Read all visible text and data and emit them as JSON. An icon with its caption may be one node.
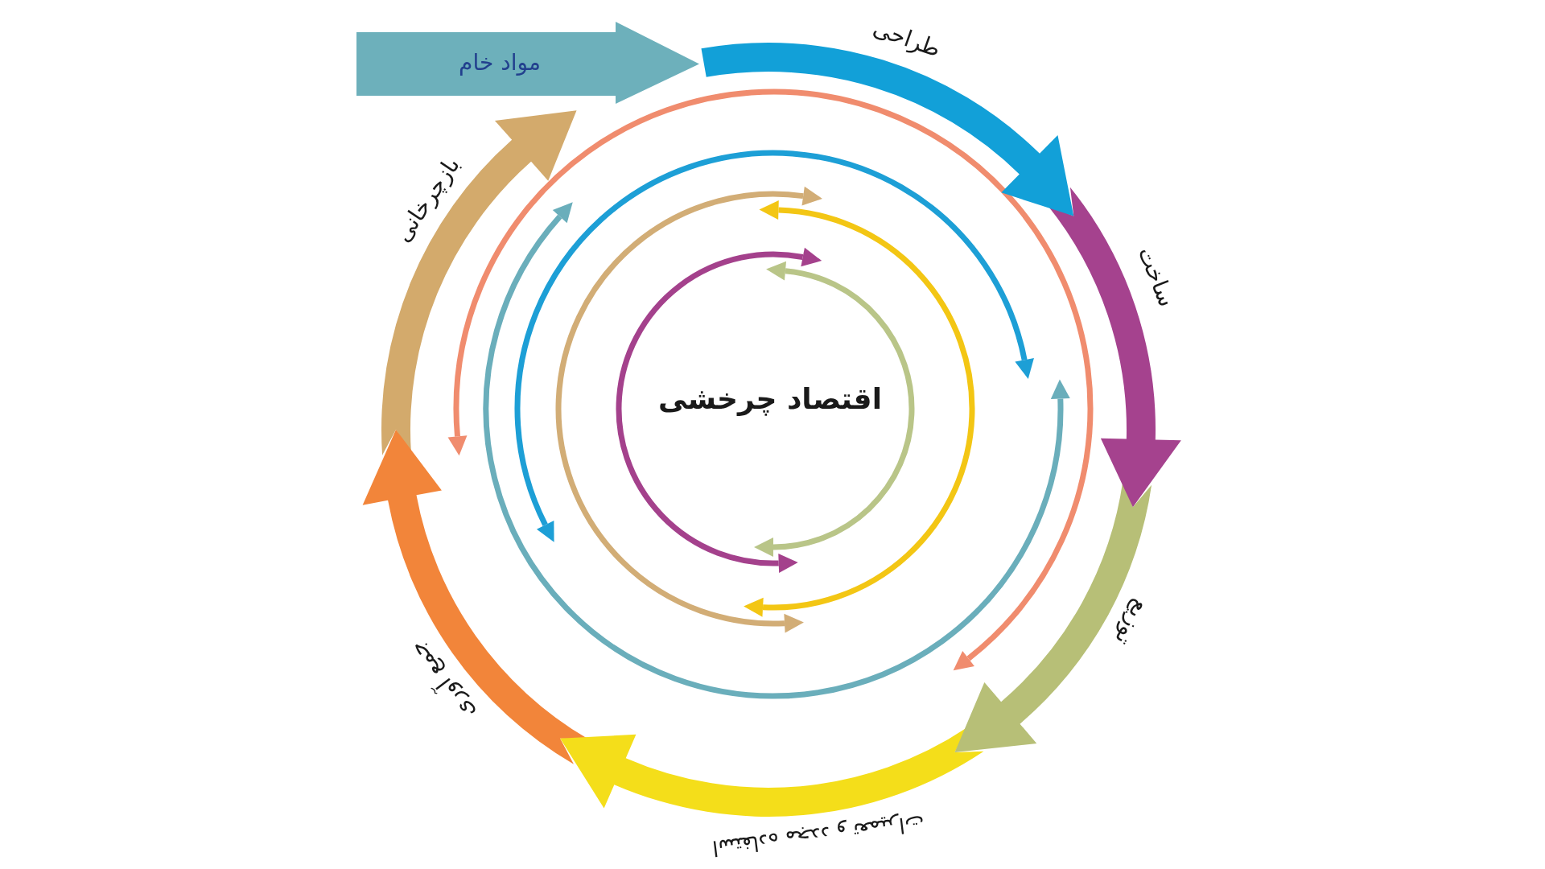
{
  "diagram": {
    "nodes": [
      {
        "text": [
          "مواد خام"
        ]
      },
      {
        "text": [
          "طراحی"
        ]
      },
      {
        "text": [
          "ساخت"
        ]
      },
      {
        "text": [
          "توزیع"
        ]
      },
      {
        "text": [
          "استفاده مجدد و تعمیرات"
        ]
      },
      {
        "text": [
          "جمع آوری"
        ]
      },
      {
        "text": [
          "بازچرخانی"
        ]
      }
    ],
    "edges": [
      {
        "from": 0,
        "to": 2,
        "arrow": "to",
        "color": "#12a0d8"
      },
      {
        "from": 1,
        "to": 3,
        "arrow": "to",
        "color": "#a5428e"
      },
      {
        "from": 2,
        "to": 4,
        "arrow": "to",
        "color": "#b7bf77"
      },
      {
        "from": 3,
        "to": 5,
        "arrow": "to",
        "color": "#f4de1a"
      },
      {
        "from": 4,
        "to": 6,
        "arrow": "to",
        "color": "#f2853a"
      },
      {
        "from": 5,
        "to": 0,
        "arrow": "to",
        "color": "#d3aa6c"
      }
    ],
    "labels": [
      "اقتصاد چرخشی"
    ]
  }
}
